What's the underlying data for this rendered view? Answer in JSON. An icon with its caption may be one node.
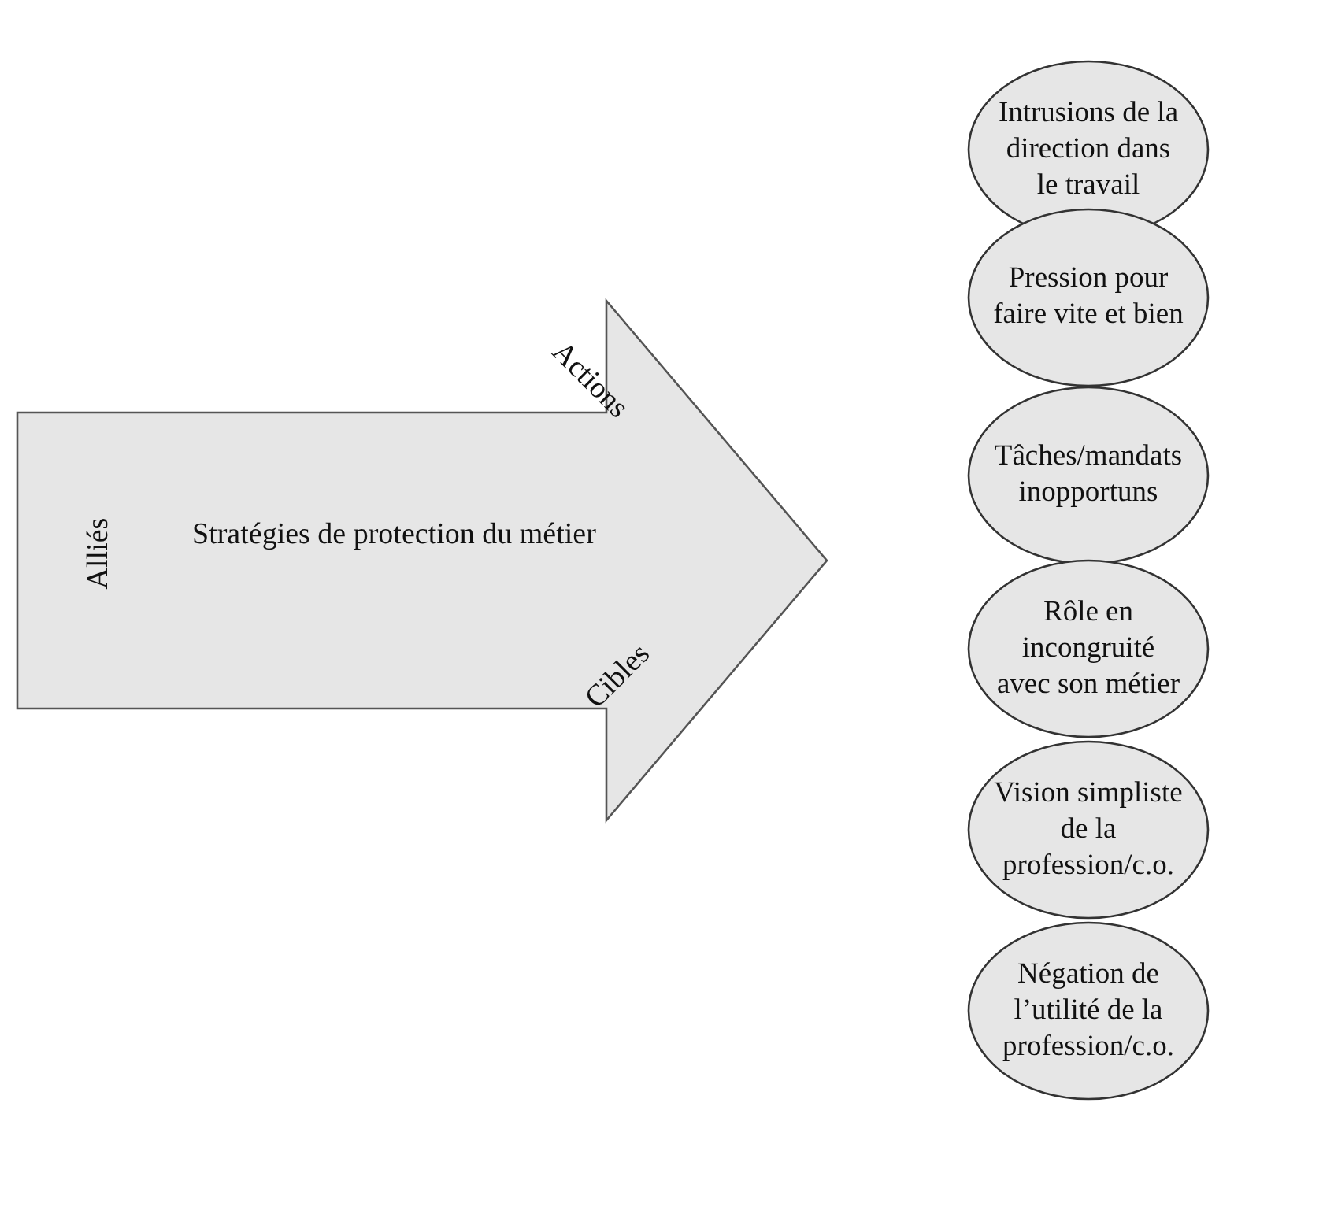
{
  "diagram": {
    "nodes": [
      {
        "text": [
          "Alliés",
          "Stratégies de protection du métier",
          "Actions",
          "Cibles"
        ]
      },
      {
        "text": [
          "Intrusions de la direction dans le travail"
        ]
      },
      {
        "text": [
          "Pression pour faire vite et bien"
        ]
      },
      {
        "text": [
          "Tâches/mandats inopportuns"
        ]
      },
      {
        "text": [
          "Rôle en incongruité avec son métier"
        ]
      },
      {
        "text": [
          "Vision simpliste de la profession/c.o."
        ]
      },
      {
        "text": [
          "Négation de l’utilité de la profession/c.o."
        ]
      }
    ]
  }
}
